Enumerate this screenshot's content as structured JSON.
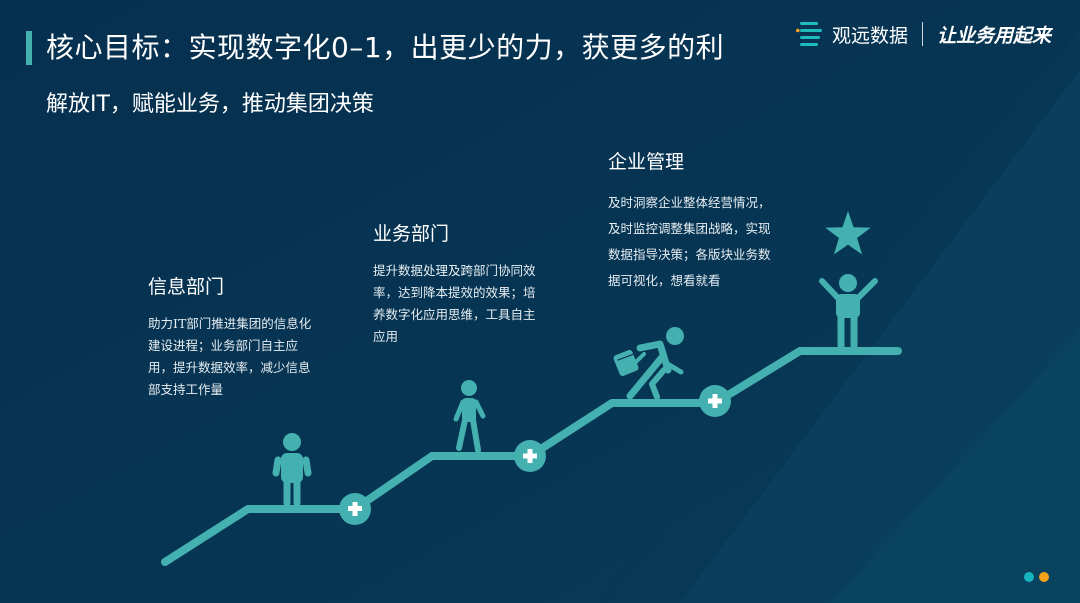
{
  "header": {
    "title": "核心目标：实现数字化0–1，出更少的力，获更多的利",
    "subtitle": "解放IT，赋能业务，推动集团决策"
  },
  "logo": {
    "icon": "stacked-lines-logo-icon",
    "name": "观远数据",
    "slogan": "让业务用起来"
  },
  "stages": [
    {
      "title": "信息部门",
      "description": "助力IT部门推进集团的信息化建设进程；业务部门自主应用，提升数据效率，减少信息部支持工作量",
      "icon": "standing-person-icon"
    },
    {
      "title": "业务部门",
      "description": "提升数据处理及跨部门协同效率，达到降本提效的效果；培养数字化应用思维，工具自主应用",
      "icon": "walking-person-icon"
    },
    {
      "title": "企业管理",
      "description": "及时洞察企业整体经营情况，及时监控调整集团战略，实现数据指导决策；各版块业务数据可视化，想看就看",
      "icon": "running-businessman-icon"
    }
  ],
  "summit": {
    "icon": "celebrating-person-icon",
    "star_icon": "star-icon"
  },
  "milestones": [
    "plus-icon",
    "plus-icon",
    "plus-icon"
  ],
  "pager": {
    "dots": [
      "#16b5bf",
      "#f5a31a"
    ]
  },
  "colors": {
    "background": "#06304f",
    "accent_teal": "#44b0b0",
    "pager_teal": "#16b5bf",
    "pager_orange": "#f5a31a",
    "logo_orange": "#f5a31a"
  }
}
